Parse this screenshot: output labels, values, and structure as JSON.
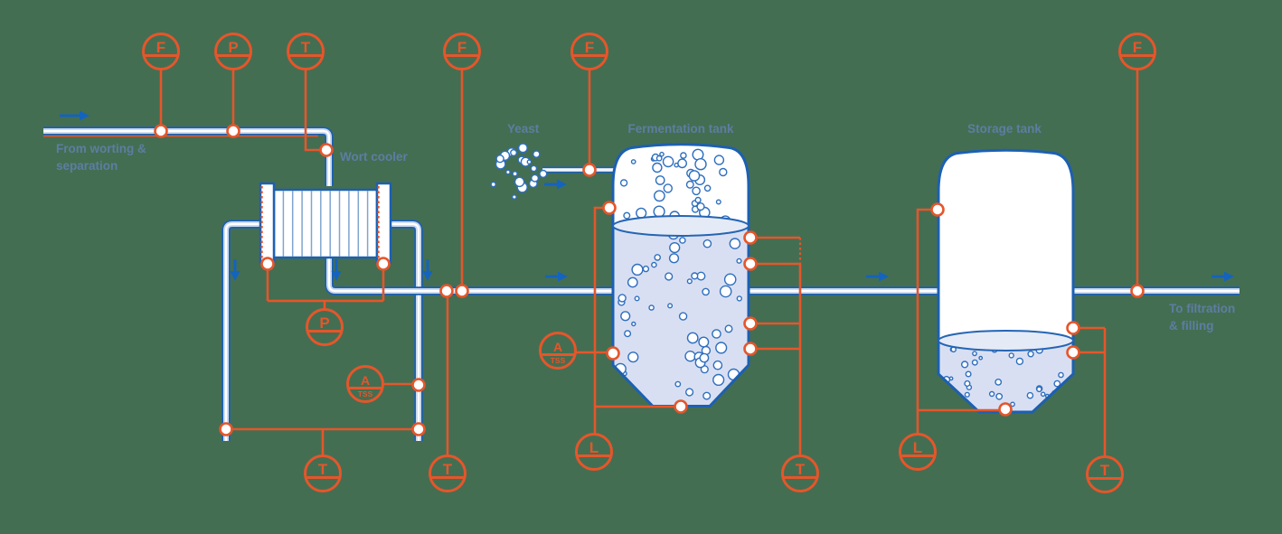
{
  "title": "Brewing process diagram",
  "canvas": {
    "background": "#446E52"
  },
  "colors": {
    "instrument_orange": "#E5562B",
    "pipe_blue": "#1C60B2",
    "liquid_fill": "#D9DFF2",
    "label_text": "#5E7DA2",
    "arrow_blue": "#1463BE"
  },
  "labels": {
    "source_line1": "From worting &",
    "source_line2": "separation",
    "wort_cooler": "Wort cooler",
    "yeast": "Yeast",
    "fermentation_tank": "Fermentation tank",
    "storage_tank": "Storage tank",
    "destination_line1": "To filtration",
    "destination_line2": "& filling"
  },
  "instruments": {
    "flow_inlet": {
      "label": "F"
    },
    "pressure_inlet": {
      "label": "P"
    },
    "temp_inlet": {
      "label": "T"
    },
    "flow_cooled_wort": {
      "label": "F"
    },
    "flow_yeast": {
      "label": "F"
    },
    "flow_outlet": {
      "label": "F"
    },
    "pressure_cooler_dp": {
      "label": "P"
    },
    "analyzer_cooler": {
      "label": "A",
      "sublabel": "TSS"
    },
    "temp_coolant": {
      "label": "T"
    },
    "temp_cooled_wort": {
      "label": "T"
    },
    "analyzer_fermentation": {
      "label": "A",
      "sublabel": "TSS"
    },
    "level_fermentation": {
      "label": "L"
    },
    "temp_fermentation": {
      "label": "T"
    },
    "level_storage": {
      "label": "L"
    },
    "temp_storage": {
      "label": "T"
    }
  }
}
